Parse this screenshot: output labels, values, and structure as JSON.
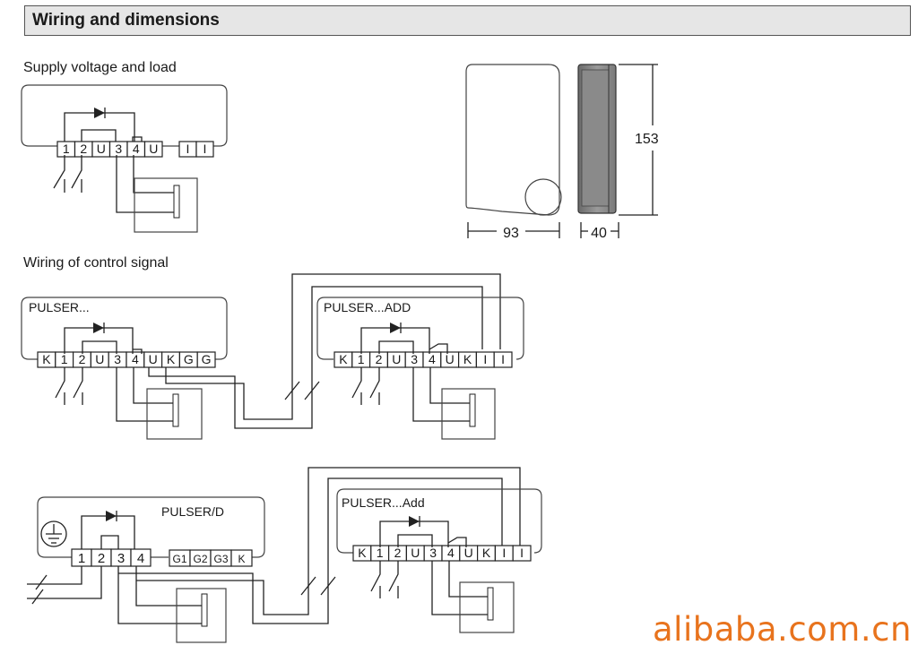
{
  "header": {
    "title": "Wiring and dimensions"
  },
  "sections": {
    "supply": "Supply voltage and load",
    "control": "Wiring of control signal"
  },
  "dimensions": {
    "height": "153",
    "width": "93",
    "depth": "40"
  },
  "diagrams": {
    "d1": {
      "terminals": [
        "1",
        "2",
        "U",
        "3",
        "4",
        "U"
      ],
      "aux": [
        "I",
        "I"
      ]
    },
    "d2": {
      "label": "PULSER...",
      "terminals": [
        "K",
        "1",
        "2",
        "U",
        "3",
        "4",
        "U",
        "K",
        "G",
        "G"
      ]
    },
    "d3": {
      "label": "PULSER...ADD",
      "terminals": [
        "K",
        "1",
        "2",
        "U",
        "3",
        "4",
        "U",
        "K",
        "I",
        "I"
      ]
    },
    "d4": {
      "label": "PULSER/D",
      "terminals": [
        "1",
        "2",
        "3",
        "4"
      ],
      "aux": [
        "G1",
        "G2",
        "G3",
        "K"
      ]
    },
    "d5": {
      "label": "PULSER...Add",
      "terminals": [
        "K",
        "1",
        "2",
        "U",
        "3",
        "4",
        "U",
        "K",
        "I",
        "I"
      ]
    }
  },
  "watermark": "alibaba.com.cn",
  "colors": {
    "watermark": "#e8731d",
    "title_bg": "#e6e6e6"
  }
}
